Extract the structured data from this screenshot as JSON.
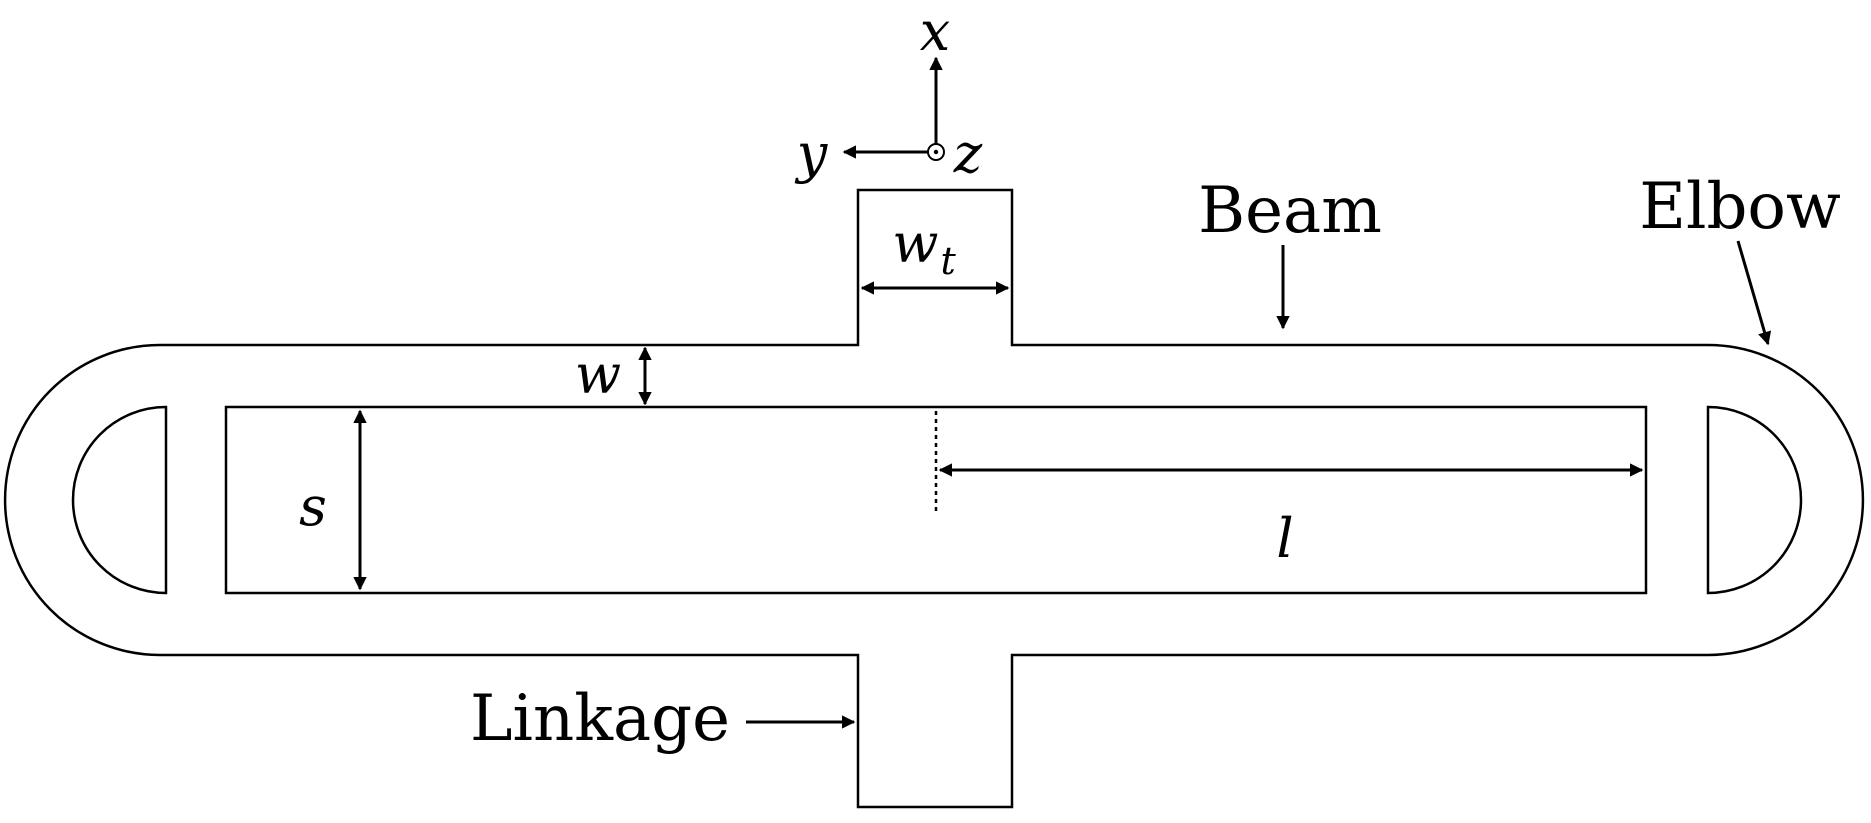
{
  "labels": {
    "axis_x": "x",
    "axis_y": "y",
    "axis_z": "z",
    "beam": "Beam",
    "elbow": "Elbow",
    "linkage": "Linkage",
    "w_t_base": "w",
    "w_t_sub": "t",
    "w": "w",
    "s": "s",
    "l": "l"
  }
}
